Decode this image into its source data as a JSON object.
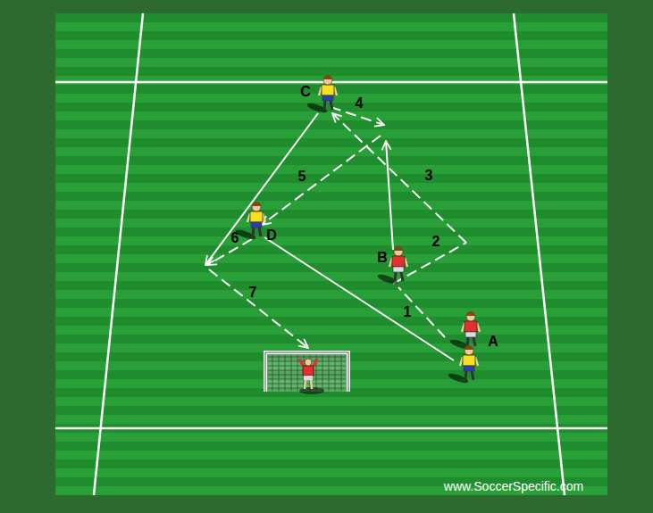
{
  "diagram": {
    "labels": [
      "C",
      "4",
      "3",
      "5",
      "2",
      "D",
      "6",
      "B",
      "1",
      "A",
      "7",
      "www.SoccerSpecific.com"
    ]
  }
}
